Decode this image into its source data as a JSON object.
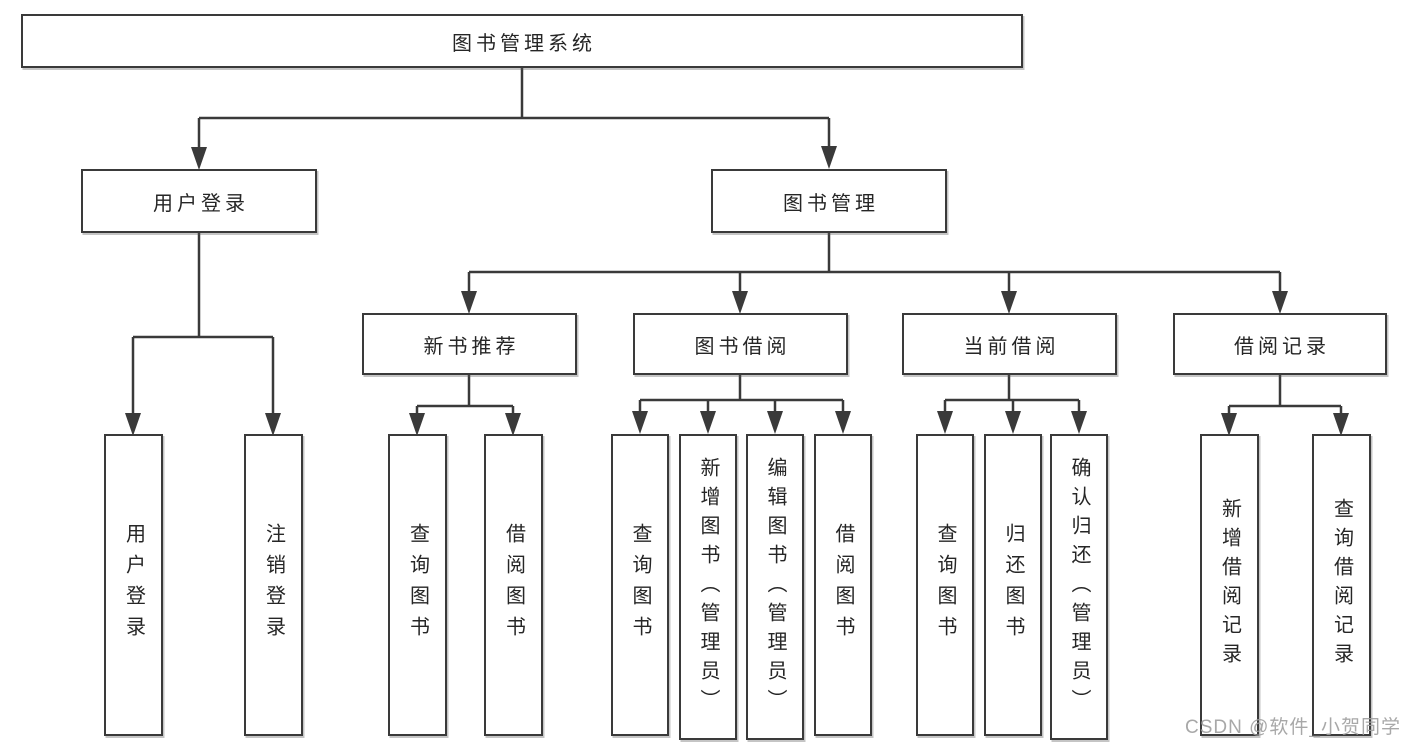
{
  "tree": {
    "root_label": "图书管理系统",
    "level2": [
      {
        "label": "用户登录"
      },
      {
        "label": "图书管理"
      }
    ],
    "level3": [
      {
        "label": "新书推荐"
      },
      {
        "label": "图书借阅"
      },
      {
        "label": "当前借阅"
      },
      {
        "label": "借阅记录"
      }
    ],
    "leaves": {
      "user_login": [
        {
          "label": "用户登录"
        },
        {
          "label": "注销登录"
        }
      ],
      "new_book_rec": [
        {
          "label": "查询图书"
        },
        {
          "label": "借阅图书"
        }
      ],
      "book_borrow": [
        {
          "label": "查询图书"
        },
        {
          "label": "新增图书（管理员）"
        },
        {
          "label": "编辑图书（管理员）"
        },
        {
          "label": "借阅图书"
        }
      ],
      "current_borrow": [
        {
          "label": "查询图书"
        },
        {
          "label": "归还图书"
        },
        {
          "label": "确认归还（管理员）"
        }
      ],
      "borrow_records": [
        {
          "label": "新增借阅记录"
        },
        {
          "label": "查询借阅记录"
        }
      ]
    }
  },
  "watermark": "CSDN @软件_小贺同学",
  "colors": {
    "line": "#3a3a3a",
    "box_border": "#3a3a3a",
    "box_fill": "#ffffff",
    "text": "#262626",
    "watermark": "#a6a6a6"
  }
}
